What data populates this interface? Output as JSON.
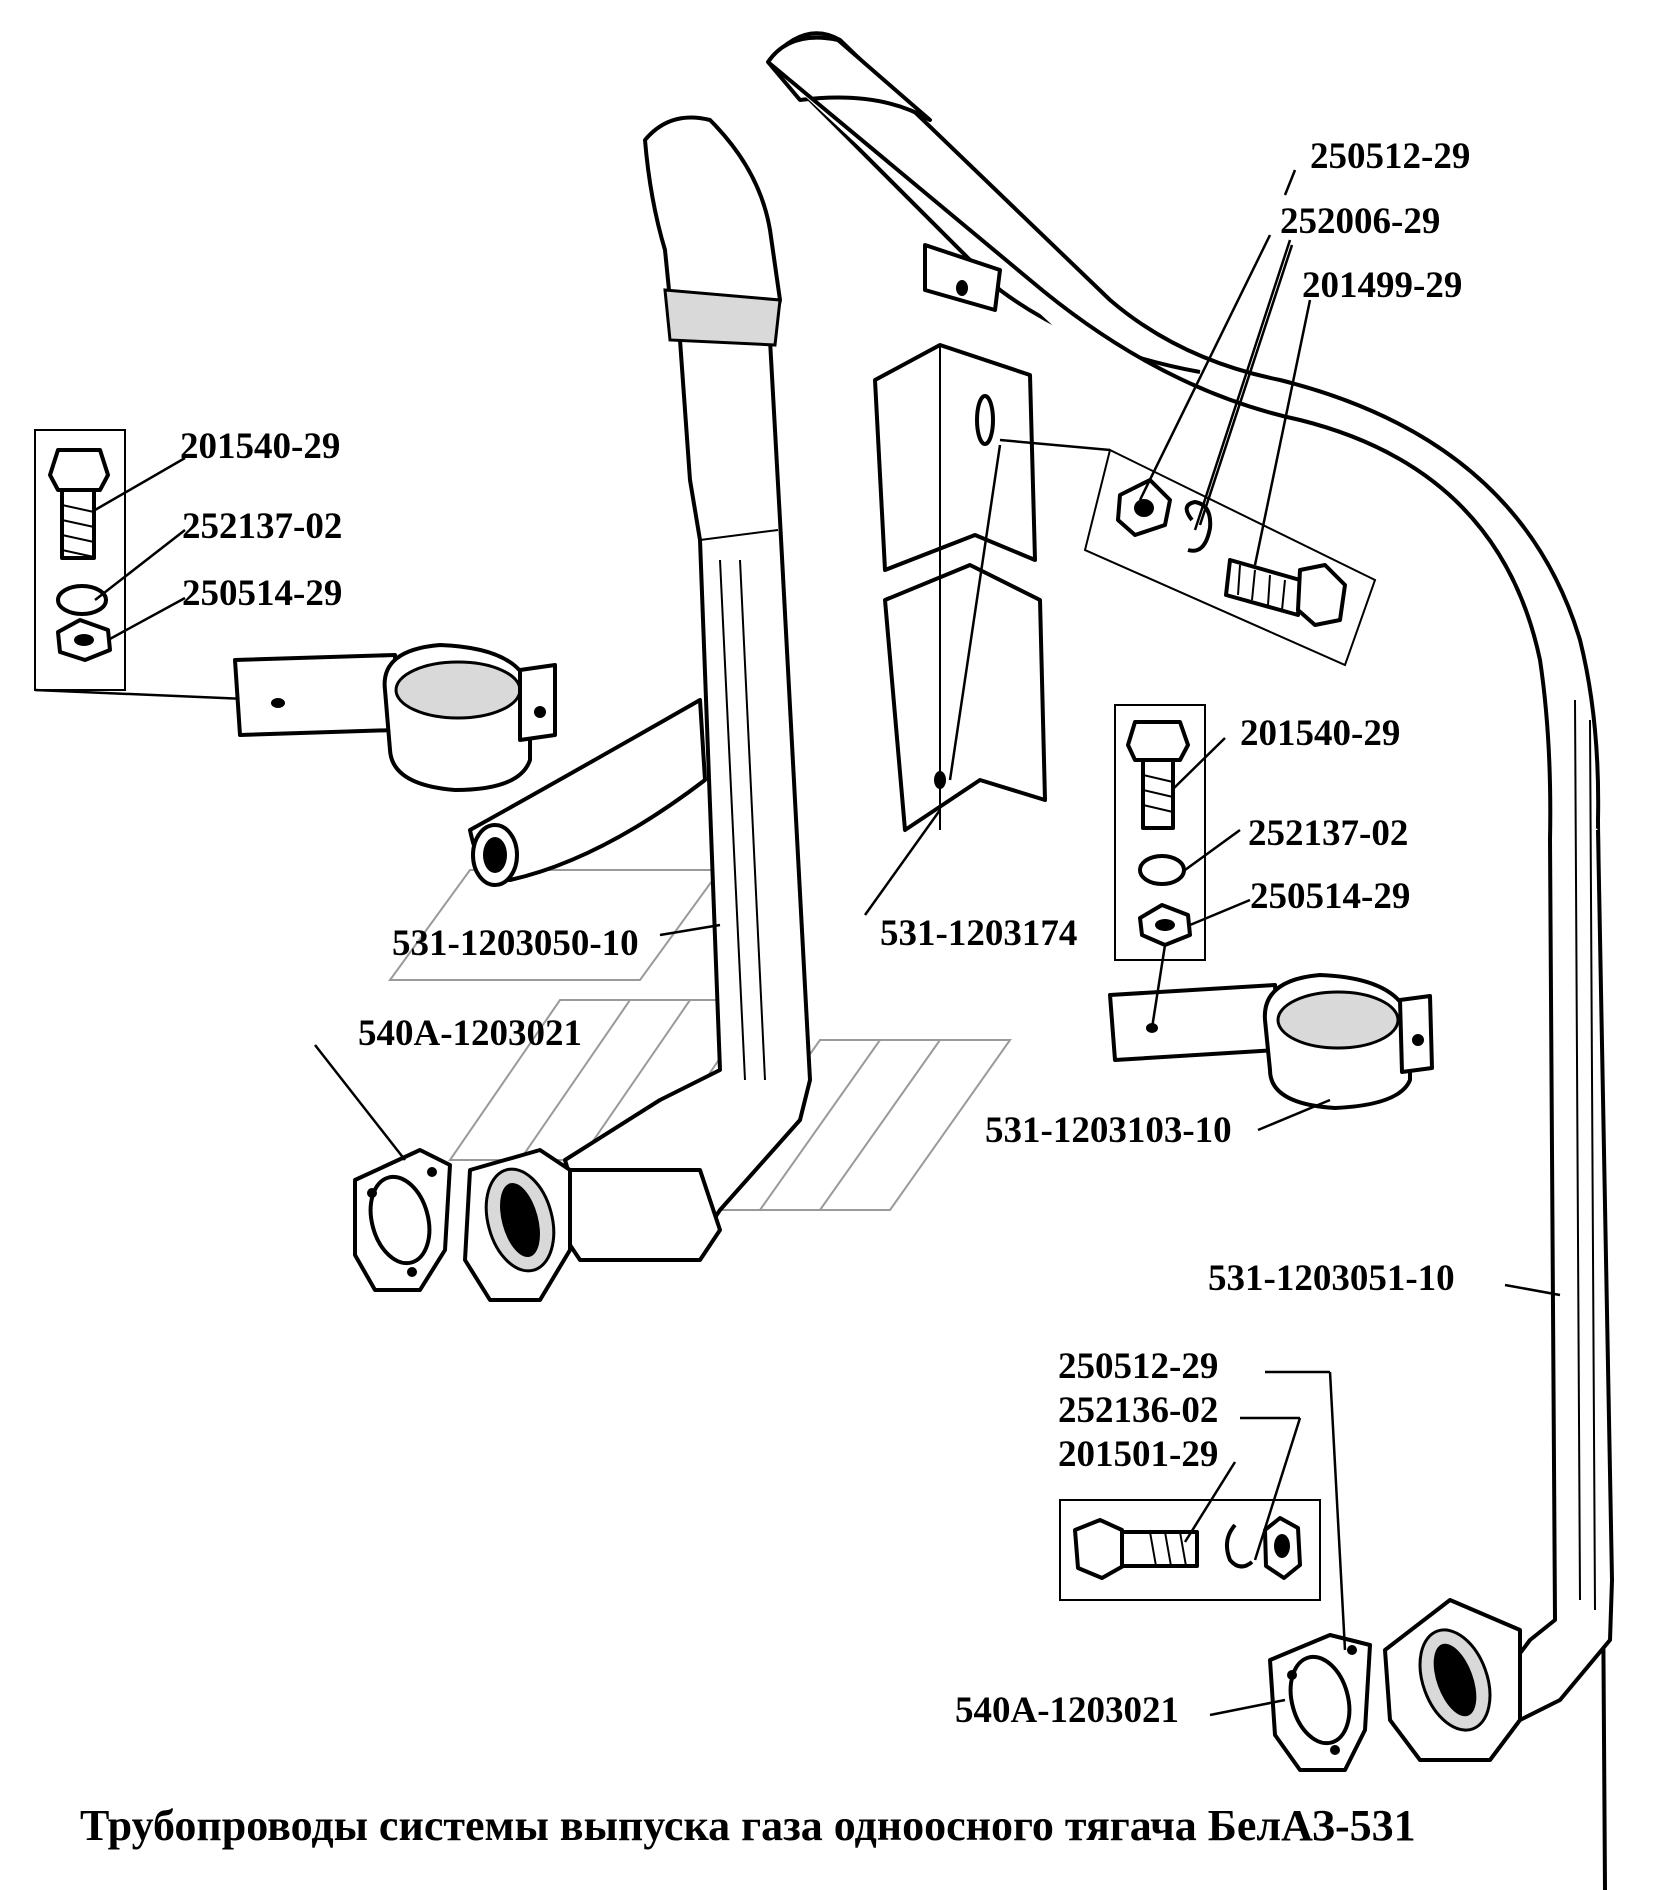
{
  "caption": "Трубопроводы системы выпуска газа одноосного тягача БелАЗ-531",
  "labels": {
    "top_nut": "250512-29",
    "top_washer": "252006-29",
    "top_bolt": "201499-29",
    "left_bolt": "201540-29",
    "left_washer": "252137-02",
    "left_nut": "250514-29",
    "mid_bolt": "201540-29",
    "mid_washer": "252137-02",
    "mid_nut": "250514-29",
    "left_pipe": "531-1203050-10",
    "shield": "531-1203174",
    "left_gasket": "540А-1203021",
    "mid_clamp": "531-1203103-10",
    "right_pipe": "531-1203051-10",
    "bottom_nut": "250512-29",
    "bottom_washer": "252136-02",
    "bottom_bolt": "201501-29",
    "bottom_gasket": "540А-1203021"
  }
}
